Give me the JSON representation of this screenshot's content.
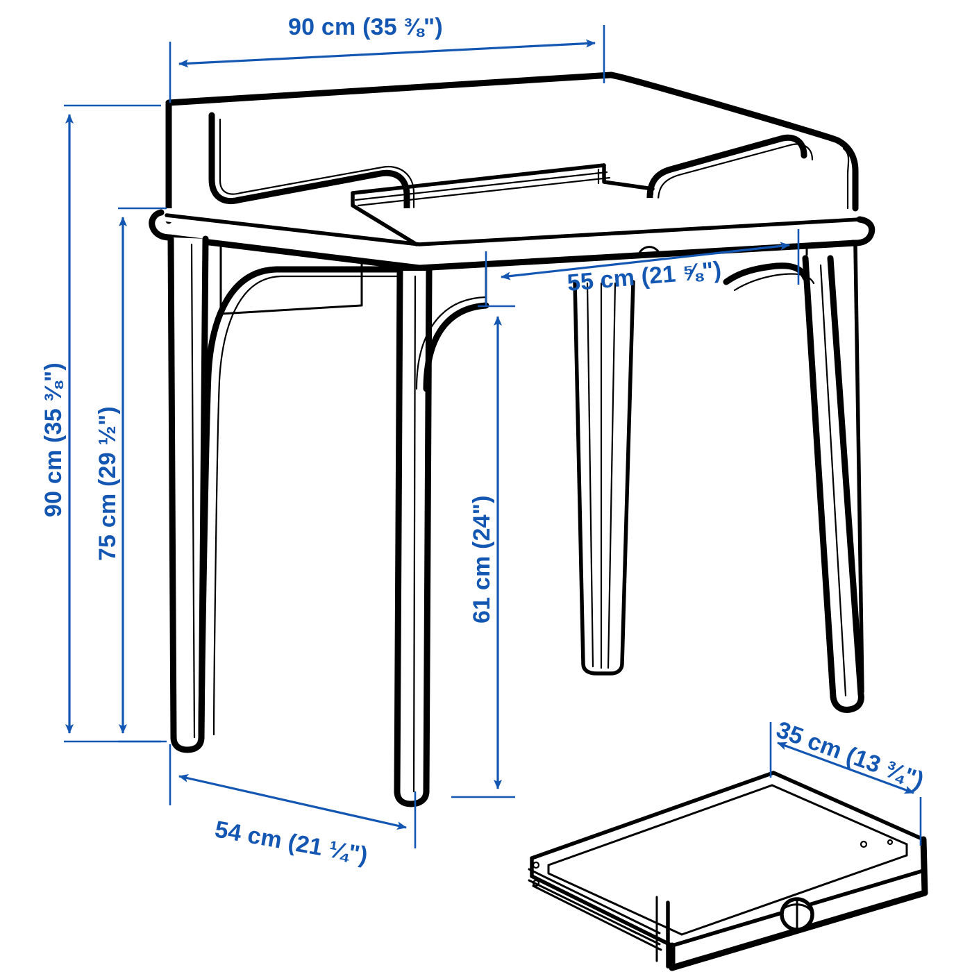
{
  "drawing": {
    "type": "product-dimension-diagram",
    "subject": "desk with raised back panel and separate drawer",
    "line_color": "#000000",
    "dimension_color": "#1457b2",
    "background": "#ffffff"
  },
  "dimensions": {
    "width_top": {
      "label_cm": "90 cm",
      "label_in": "(35 ⅜\")",
      "full": "90 cm (35 ⅜\")",
      "value_cm": 90,
      "value_in": "35 3/8",
      "orientation": "horizontal",
      "position": "top"
    },
    "height_total": {
      "label_cm": "90 cm",
      "label_in": "(35 ⅜\")",
      "full": "90 cm (35 ⅜\")",
      "value_cm": 90,
      "value_in": "35 3/8",
      "orientation": "vertical",
      "position": "far-left"
    },
    "height_worktop": {
      "label_cm": "75 cm",
      "label_in": "(29 ½\")",
      "full": "75 cm (29 ½\")",
      "value_cm": 75,
      "value_in": "29 1/2",
      "orientation": "vertical",
      "position": "left-inner"
    },
    "depth": {
      "label_cm": "55 cm",
      "label_in": "(21 ⅝\")",
      "full": "55 cm (21 ⅝\")",
      "value_cm": 55,
      "value_in": "21 5/8",
      "orientation": "diagonal",
      "position": "upper-right"
    },
    "clearance": {
      "label_cm": "61 cm",
      "label_in": "(24\")",
      "full": "61 cm (24\")",
      "value_cm": 61,
      "value_in": "24",
      "orientation": "vertical",
      "position": "center"
    },
    "width_bottom": {
      "label_cm": "54 cm",
      "label_in": "(21 ¼\")",
      "full": "54 cm (21 ¼\")",
      "value_cm": 54,
      "value_in": "21 1/4",
      "orientation": "diagonal",
      "position": "bottom-left"
    },
    "drawer_depth": {
      "label_cm": "35 cm",
      "label_in": "(13 ¾\")",
      "full": "35 cm (13 ¾\")",
      "value_cm": 35,
      "value_in": "13 3/4",
      "orientation": "diagonal",
      "position": "bottom-right"
    }
  },
  "parts": {
    "desk": "desk-illustration",
    "drawer": "drawer-illustration",
    "drawer_knob": "drawer-knob"
  }
}
